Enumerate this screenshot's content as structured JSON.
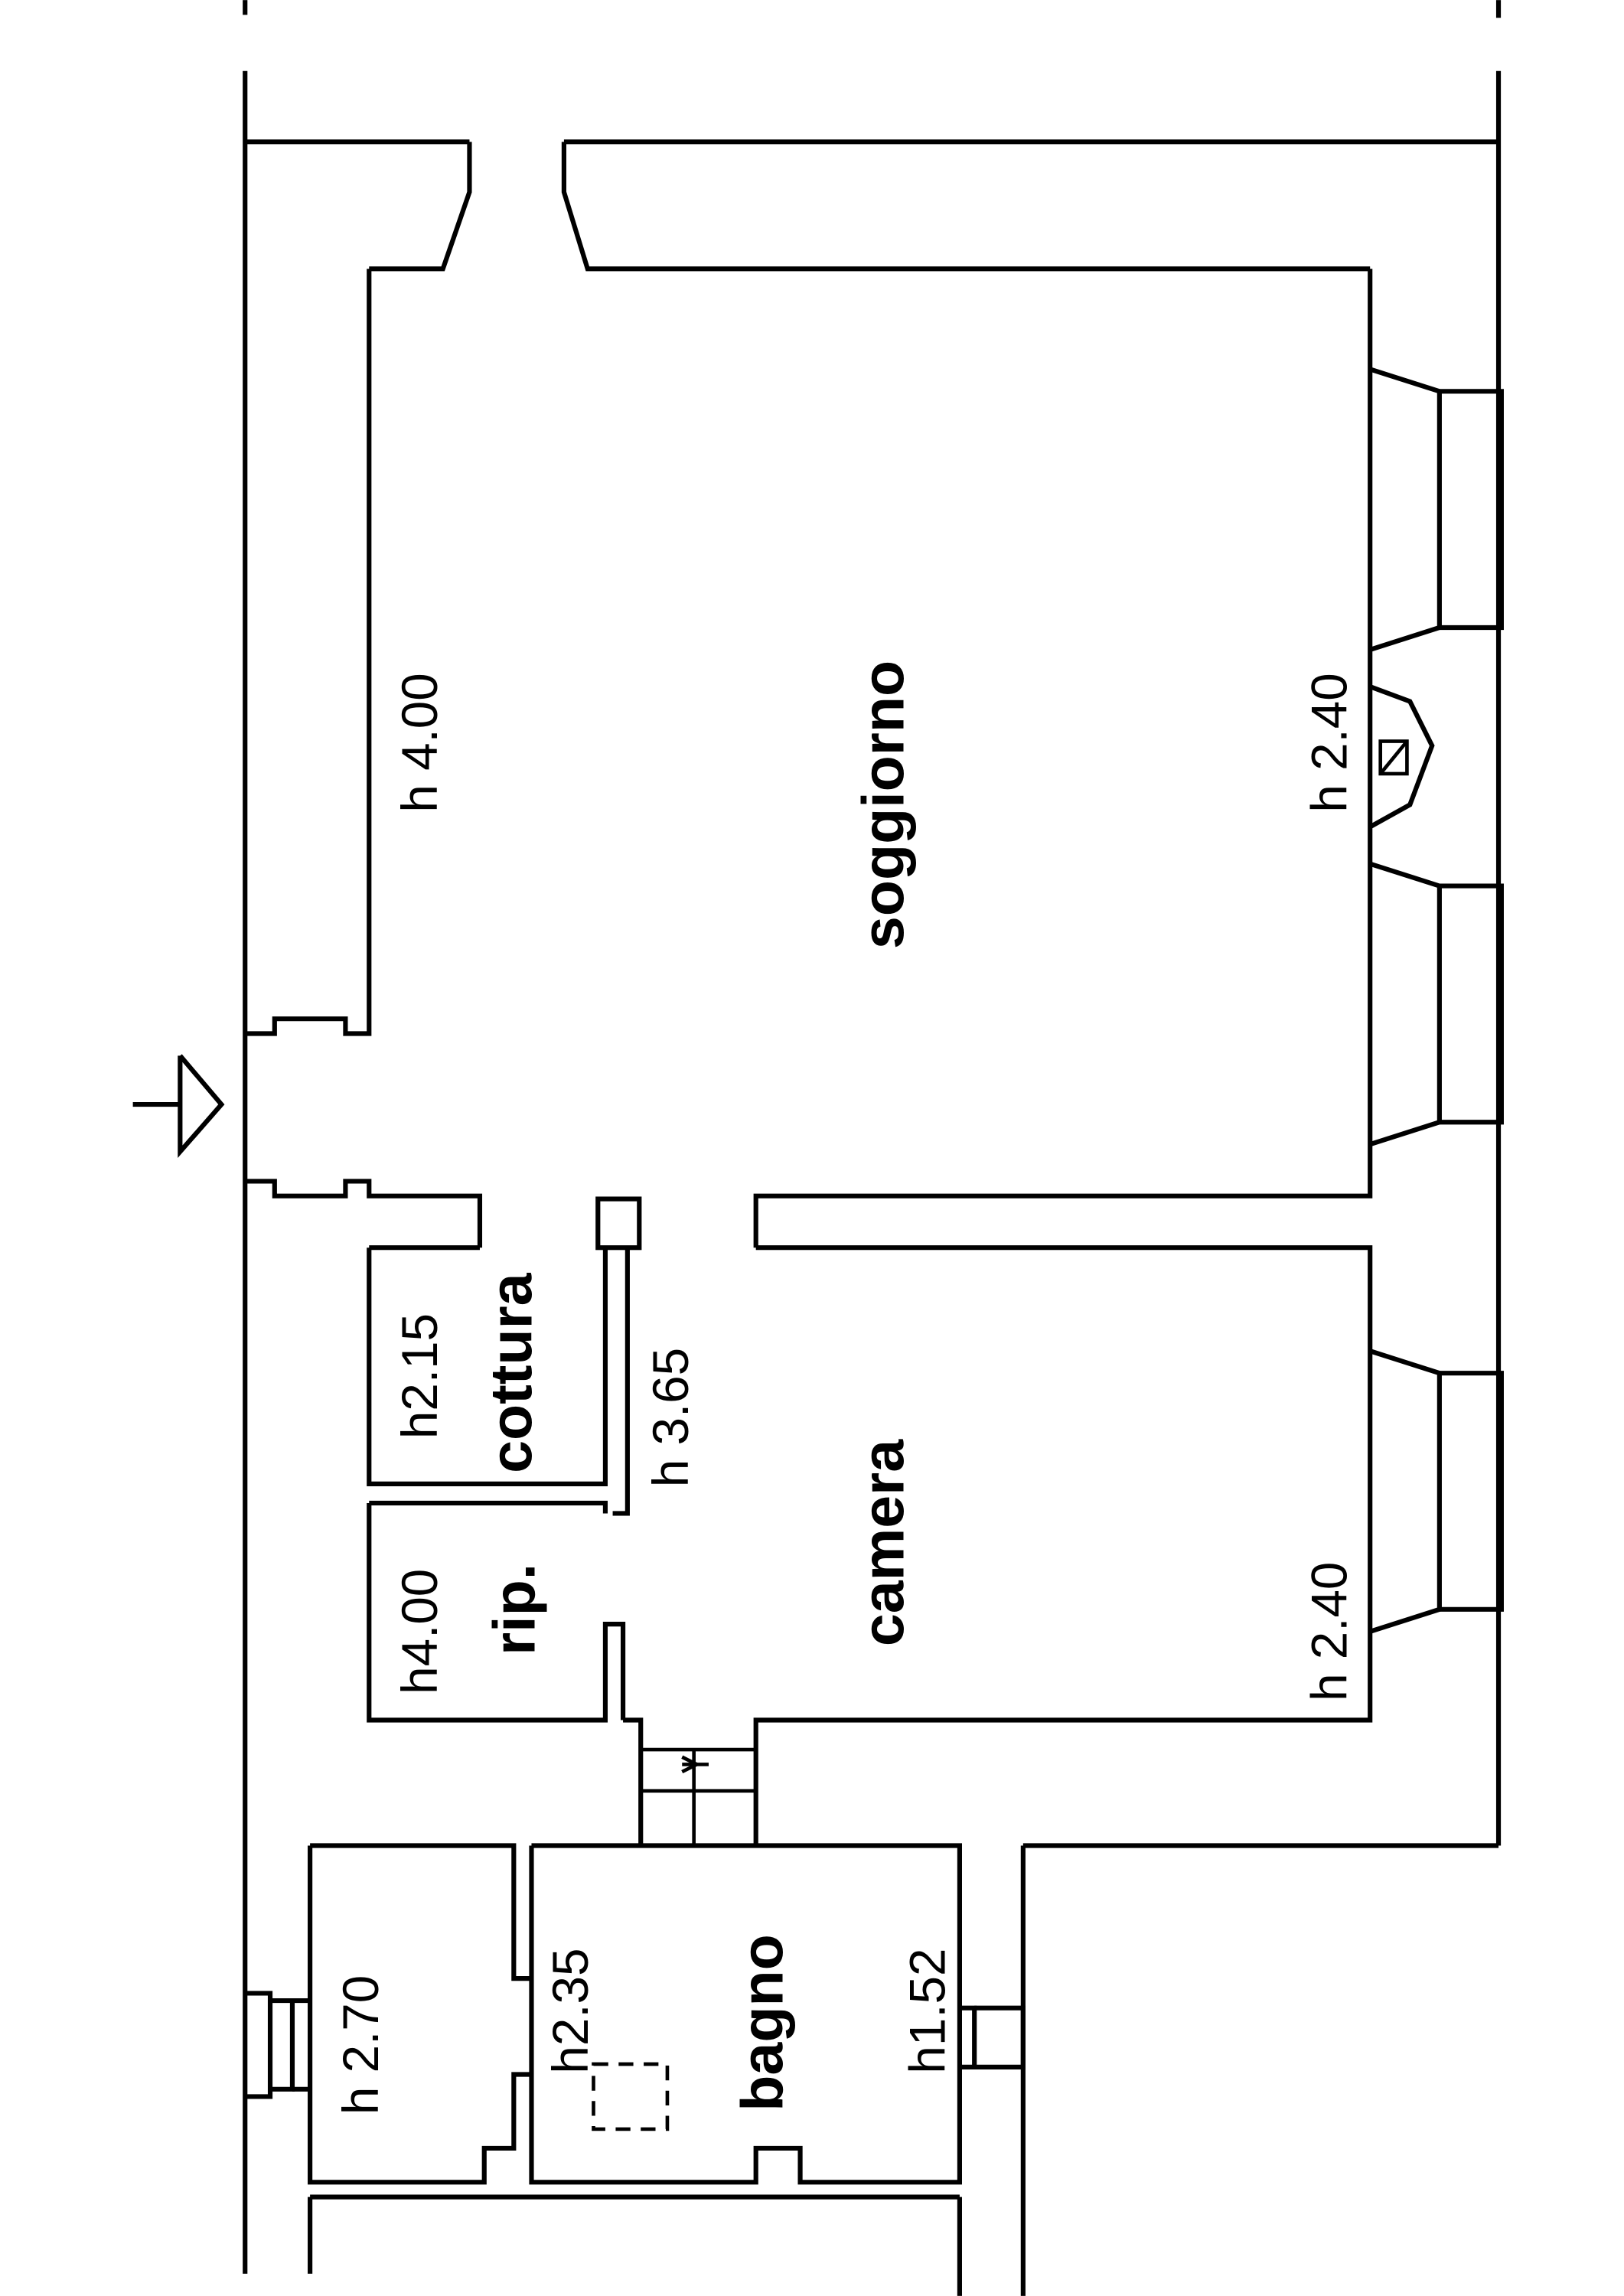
{
  "plan": {
    "rooms": {
      "soggiorno": "soggiorno",
      "camera": "camera",
      "cottura": "cottura",
      "rip": "rip.",
      "bagno": "bagno"
    },
    "heights": {
      "soggiorno_left": "h 4.00",
      "soggiorno_right": "h 2.40",
      "corridor": "h 3.65",
      "cottura": "h2.15",
      "rip": "h4.00",
      "camera": "h 2.40",
      "bagno_left": "h2.35",
      "bagno_right": "h1.52",
      "room_lower_left": "h 2.70"
    }
  }
}
